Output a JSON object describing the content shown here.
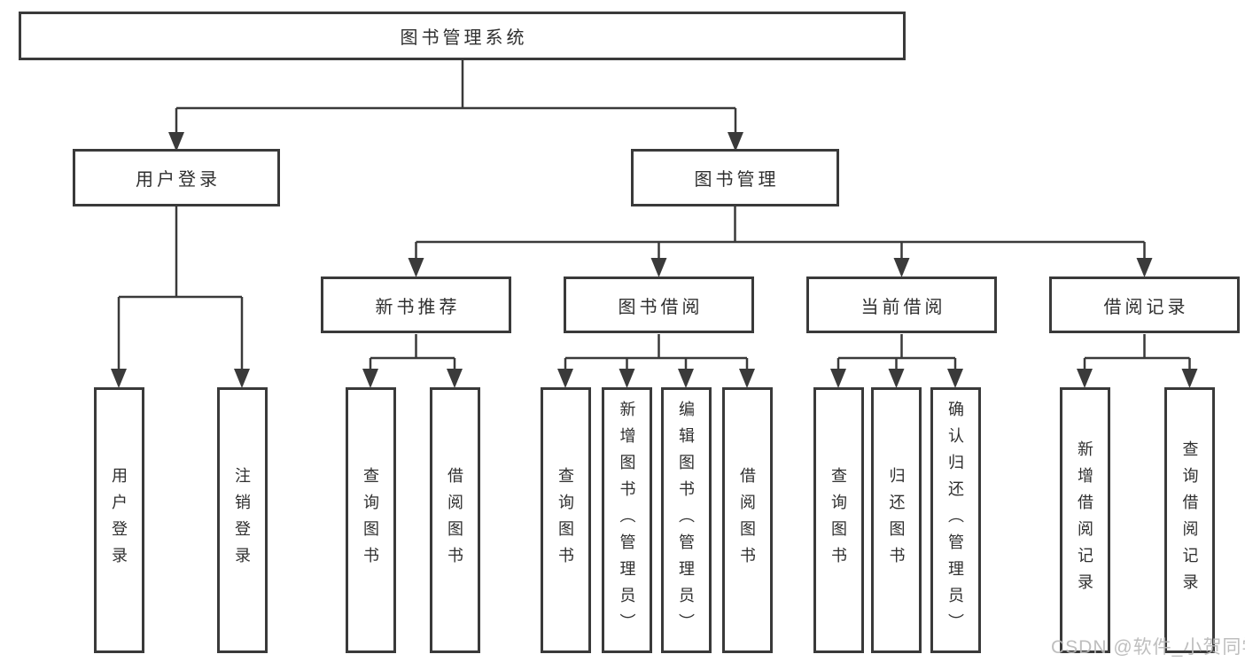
{
  "colors": {
    "line": "#3a3a3a",
    "text": "#2f2f2f",
    "watermark": "#b9b9b9",
    "background": "#ffffff"
  },
  "watermark": {
    "text": "CSDN @软件_小贺同学"
  },
  "diagram": {
    "root": {
      "label": "图书管理系统",
      "children": [
        {
          "label": "用户登录",
          "children": [
            {
              "label": "用户登录"
            },
            {
              "label": "注销登录"
            }
          ]
        },
        {
          "label": "图书管理",
          "children": [
            {
              "label": "新书推荐",
              "children": [
                {
                  "label": "查询图书"
                },
                {
                  "label": "借阅图书"
                }
              ]
            },
            {
              "label": "图书借阅",
              "children": [
                {
                  "label": "查询图书"
                },
                {
                  "label": "新增图书（管理员）"
                },
                {
                  "label": "编辑图书（管理员）"
                },
                {
                  "label": "借阅图书"
                }
              ]
            },
            {
              "label": "当前借阅",
              "children": [
                {
                  "label": "查询图书"
                },
                {
                  "label": "归还图书"
                },
                {
                  "label": "确认归还（管理员）"
                }
              ]
            },
            {
              "label": "借阅记录",
              "children": [
                {
                  "label": "新增借阅记录"
                },
                {
                  "label": "查询借阅记录"
                }
              ]
            }
          ]
        }
      ]
    }
  }
}
